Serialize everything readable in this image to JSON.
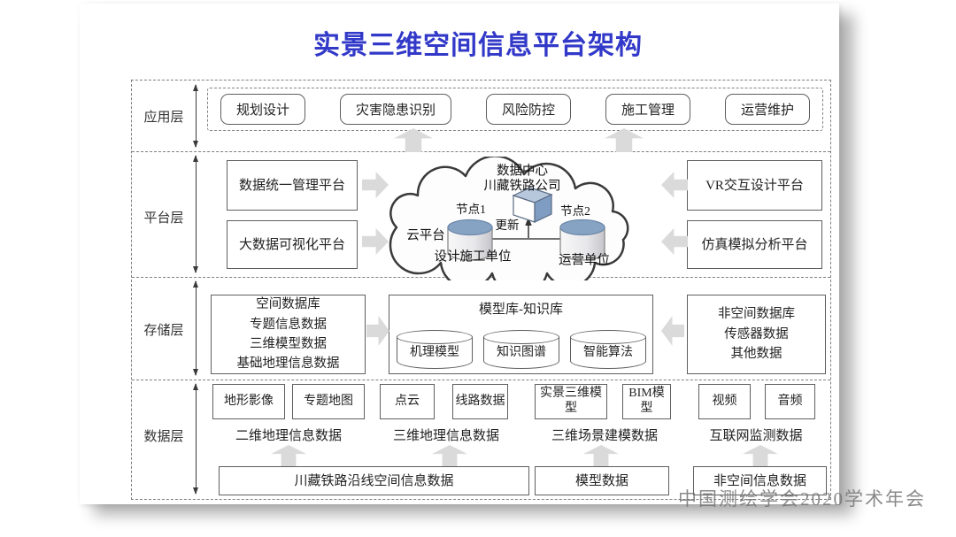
{
  "title": "实景三维空间信息平台架构",
  "watermark": "中国测绘学会2020学术年会",
  "colors": {
    "title_blue": "#3239c8",
    "arrow_gray": "#dadada",
    "cylinder_top_blue": "#87a3c4",
    "slab_side_blue": "#7f9dc2",
    "border_gray": "#5f5f5f"
  },
  "layers": {
    "application": {
      "label": "应用层",
      "items": [
        "规划设计",
        "灾害隐患识别",
        "风险防控",
        "施工管理",
        "运营维护"
      ]
    },
    "platform": {
      "label": "平台层",
      "left_boxes": [
        "数据统一管理平台",
        "大数据可视化平台"
      ],
      "right_boxes": [
        "VR交互设计平台",
        "仿真模拟分析平台"
      ],
      "cloud": {
        "center_line1": "数据中心",
        "center_line2": "川藏铁路公司",
        "node1": "节点1",
        "node2": "节点2",
        "update": "更新",
        "cloud_name": "云平台",
        "unit1": "设计施工单位",
        "unit2": "运营单位"
      }
    },
    "storage": {
      "label": "存储层",
      "left_box": {
        "lines": [
          "空间数据库",
          "专题信息数据",
          "三维模型数据",
          "基础地理信息数据"
        ]
      },
      "center_box": {
        "title": "模型库-知识库",
        "cylinders": [
          "机理模型",
          "知识图谱",
          "智能算法"
        ]
      },
      "right_box": {
        "lines": [
          "非空间数据库",
          "传感器数据",
          "其他数据"
        ]
      }
    },
    "data": {
      "label": "数据层",
      "groups": [
        {
          "boxes": [
            "地形影像",
            "专题地图"
          ],
          "label": "二维地理信息数据"
        },
        {
          "boxes": [
            "点云",
            "线路数据"
          ],
          "label": "三维地理信息数据"
        },
        {
          "boxes": [
            "实景三维模型",
            "BIM模型"
          ],
          "label": "三维场景建模数据"
        },
        {
          "boxes": [
            "视频",
            "音频"
          ],
          "label": "互联网监测数据"
        }
      ],
      "sources": [
        "川藏铁路沿线空间信息数据",
        "模型数据",
        "非空间信息数据"
      ]
    }
  }
}
